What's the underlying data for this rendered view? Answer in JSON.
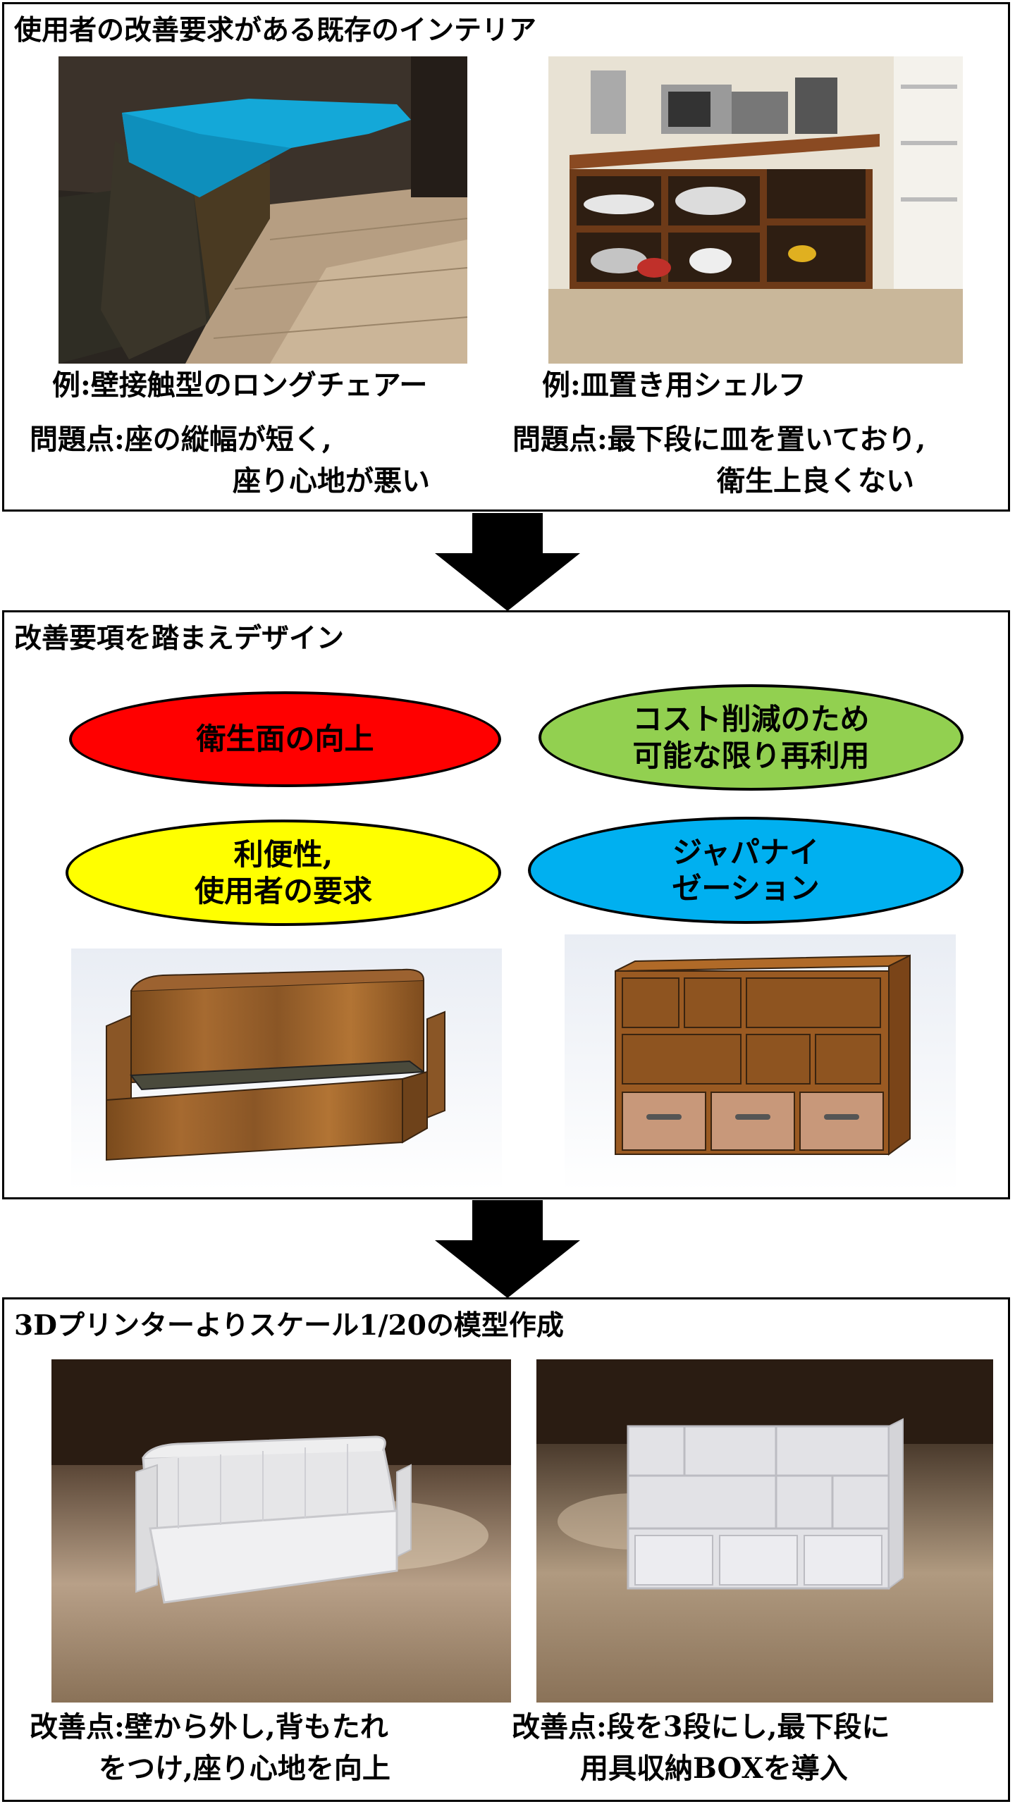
{
  "section1": {
    "title": "使用者の改善要求がある既存のインテリア",
    "left": {
      "example": "例:壁接触型のロングチェアー",
      "problem_line1": "問題点:座の縦幅が短く,",
      "problem_line2": "座り心地が悪い"
    },
    "right": {
      "example": "例:皿置き用シェルフ",
      "problem_line1": "問題点:最下段に皿を置いており,",
      "problem_line2": "衛生上良くない"
    }
  },
  "section2": {
    "title": "改善要項を踏まえデザイン",
    "ellipses": [
      {
        "text": "衛生面の向上",
        "color": "#ff0000"
      },
      {
        "text": "コスト削減のため\n可能な限り再利用",
        "color": "#92d050"
      },
      {
        "text": "利便性,\n使用者の要求",
        "color": "#ffff00"
      },
      {
        "text": "ジャパナイ\nゼーション",
        "color": "#00b0f0"
      }
    ]
  },
  "section3": {
    "title": "3Dプリンターよりスケール1/20の模型作成",
    "left": {
      "line1": "改善点:壁から外し,背もたれ",
      "line2": "をつけ,座り心地を向上"
    },
    "right": {
      "line1": "改善点:段を3段にし,最下段に",
      "line2": "用具収納BOXを導入"
    }
  }
}
